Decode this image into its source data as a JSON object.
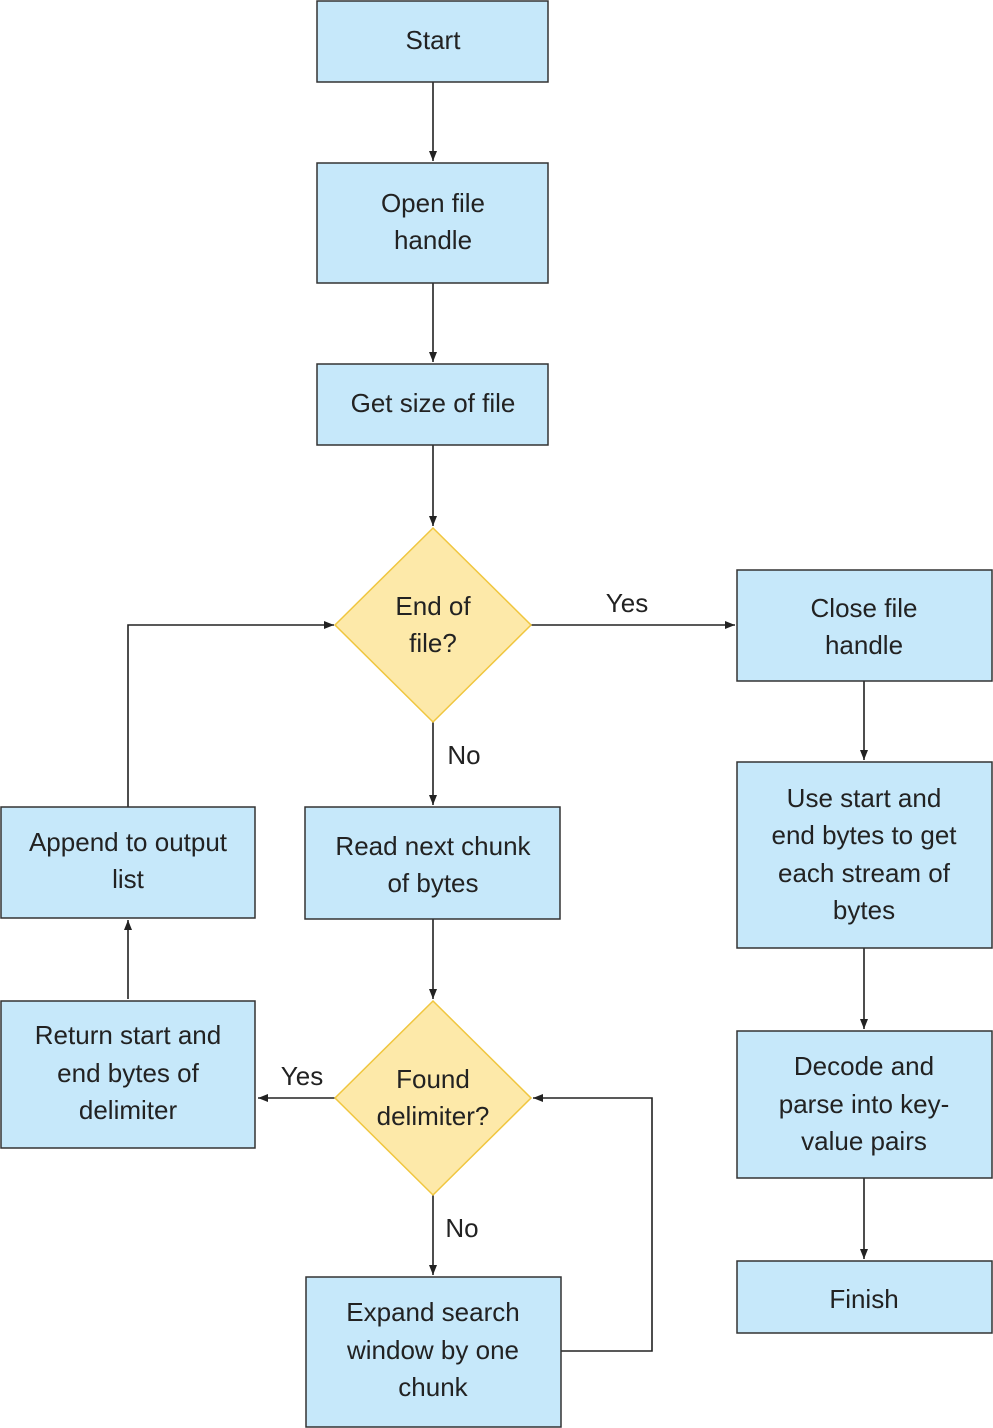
{
  "nodes": {
    "start": [
      "Start"
    ],
    "open": [
      "Open file",
      "handle"
    ],
    "size": [
      "Get size of file"
    ],
    "eof": [
      "End of",
      "file?"
    ],
    "read": [
      "Read next chunk",
      "of bytes"
    ],
    "append": [
      "Append to output",
      "list"
    ],
    "found": [
      "Found",
      "delimiter?"
    ],
    "ret": [
      "Return start and",
      "end bytes of",
      "delimiter"
    ],
    "expand": [
      "Expand search",
      "window by one",
      "chunk"
    ],
    "close": [
      "Close file",
      "handle"
    ],
    "usebytes": [
      "Use start and",
      "end bytes to get",
      "each stream of",
      "bytes"
    ],
    "decode": [
      "Decode and",
      "parse into key-",
      "value pairs"
    ],
    "finish": [
      "Finish"
    ]
  },
  "edge_labels": {
    "eof_yes": "Yes",
    "eof_no": "No",
    "found_yes": "Yes",
    "found_no": "No"
  }
}
